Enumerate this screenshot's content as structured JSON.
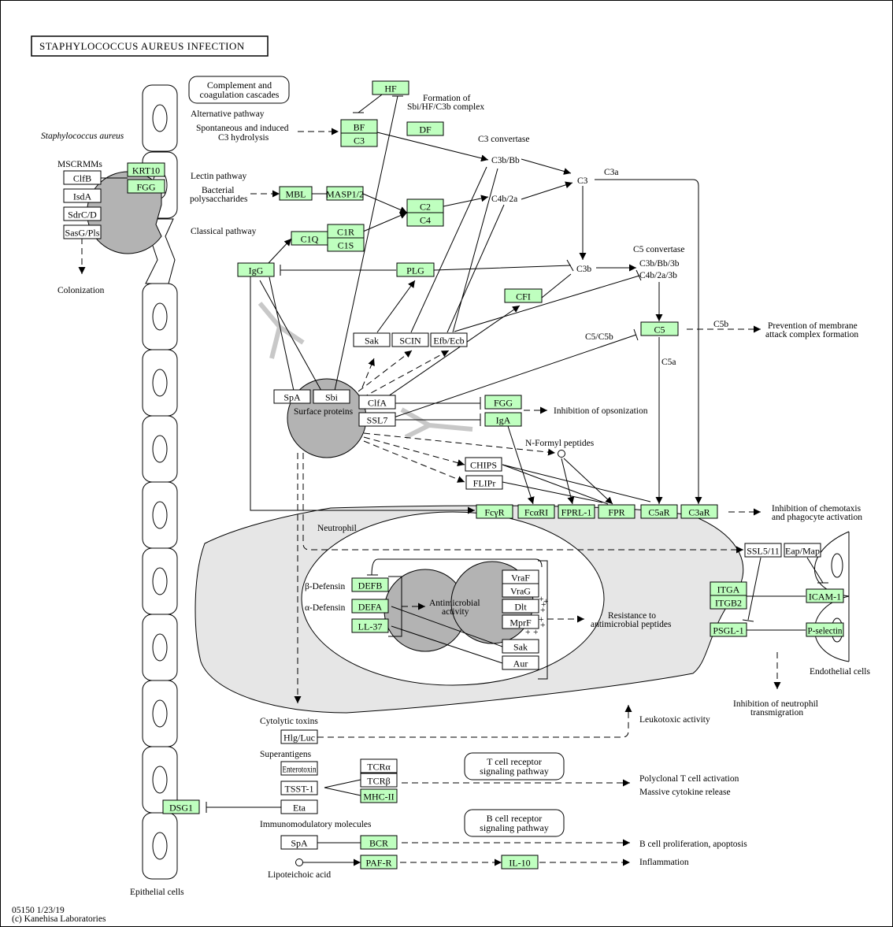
{
  "title": "STAPHYLOCOCCUS AUREUS INFECTION",
  "footer": {
    "id_date": "05150 1/23/19",
    "copyright": "(c) Kanehisa Laboratories"
  },
  "colors": {
    "gene": "#bfffbf",
    "compound": "#ffffff",
    "neutrophil": "#e6e6e6",
    "bacteria": "#b3b3b3",
    "antibody": "#c8c8c8"
  },
  "labels": {
    "staph": "Staphylococcus aureus",
    "mscrmms": "MSCRMMs",
    "colonization": "Colonization",
    "alt_pathway": "Alternative pathway",
    "spont1": "Spontaneous and induced",
    "spont2": "C3 hydrolysis",
    "lectin": "Lectin pathway",
    "bact1": "Bacterial",
    "bact2": "polysaccharides",
    "classical": "Classical pathway",
    "sbi1": "Formation of",
    "sbi2": "Sbi/HF/C3b complex",
    "c3conv": "C3 convertase",
    "c3bbb": "C3b/Bb",
    "c4b2a": "C4b/2a",
    "c3": "C3",
    "c3a": "C3a",
    "c3b": "C3b",
    "c5conv": "C5 convertase",
    "c3bbb3b": "C3b/Bb/3b",
    "c4b2a3b": "C4b/2a/3b",
    "c5c5b": "C5/C5b",
    "c5b": "C5b",
    "c5a": "C5a",
    "prev1": "Prevention of membrane",
    "prev2": "attack complex formation",
    "surface": "Surface proteins",
    "inhib_ops": "Inhibition of opsonization",
    "nformyl": "N-Formyl peptides",
    "inhib_chemo1": "Inhibition of chemotaxis",
    "inhib_chemo2": "and phagocyte activation",
    "neutrophil": "Neutrophil",
    "bdef": "β-Defensin",
    "adef": "α-Defensin",
    "antimic1": "Antimicrobial",
    "antimic2": "activity",
    "resist1": "Resistance to",
    "resist2": "antimicrobial peptides",
    "endothelial": "Endothelial cells",
    "inhib_neut1": "Inhibition of neutrophil",
    "inhib_neut2": "transmigration",
    "cytolytic": "Cytolytic toxins",
    "leukotoxic": "Leukotoxic activity",
    "superantigens": "Superantigens",
    "polyclonal": "Polyclonal T cell activation",
    "cytokine": "Massive cytokine release",
    "immunomod": "Immunomodulatory molecules",
    "bprolif": "B cell proliferation, apoptosis",
    "lipoteichoic": "Lipoteichoic acid",
    "inflammation": "Inflammation",
    "epithelial": "Epithelial cells"
  },
  "pathway_links": {
    "complement": [
      "Complement and",
      "coagulation cascades"
    ],
    "tcr": [
      "T cell receptor",
      "signaling pathway"
    ],
    "bcr": [
      "B cell receptor",
      "signaling pathway"
    ]
  },
  "genes": {
    "KRT10": "KRT10",
    "FGG1": "FGG",
    "HF": "HF",
    "BF": "BF",
    "C3box": "C3",
    "DF": "DF",
    "MBL": "MBL",
    "MASP": "MASP1/2",
    "C2": "C2",
    "C4": "C4",
    "C1Q": "C1Q",
    "C1R": "C1R",
    "C1S": "C1S",
    "IgG": "IgG",
    "PLG": "PLG",
    "CFI": "CFI",
    "C5": "C5",
    "FGG2": "FGG",
    "IgA": "IgA",
    "FcyR": "FcγR",
    "FcaRI": "FcαRI",
    "FPRL1": "FPRL-1",
    "FPR": "FPR",
    "C5aR": "C5aR",
    "C3aR": "C3aR",
    "DEFB": "DEFB",
    "DEFA": "DEFA",
    "LL37": "LL-37",
    "ITGA": "ITGA",
    "ITGB2": "ITGB2",
    "PSGL1": "PSGL-1",
    "ICAM1": "ICAM-1",
    "Psel": "P-selectin",
    "MHCII": "MHC-II",
    "DSG1": "DSG1",
    "BCR": "BCR",
    "PAFR": "PAF-R",
    "IL10": "IL-10"
  },
  "compounds": {
    "ClfB": "ClfB",
    "IsdA": "IsdA",
    "SdrCD": "SdrC/D",
    "SasG": "SasG/Pls",
    "SpA1": "SpA",
    "Sbi": "Sbi",
    "ClfA": "ClfA",
    "SSL7": "SSL7",
    "Sak1": "Sak",
    "SCIN": "SCIN",
    "Efb": "Efb/Ecb",
    "CHIPS": "CHIPS",
    "FLIPr": "FLIPr",
    "VraF": "VraF",
    "VraG": "VraG",
    "Dlt": "Dlt",
    "MprF": "MprF",
    "Sak2": "Sak",
    "Aur": "Aur",
    "SSL511": "SSL5/11",
    "EapMap": "Eap/Map",
    "HlgLuc": "Hlg/Luc",
    "Enterotoxin": "Enterotoxin",
    "TSST1": "TSST-1",
    "Eta": "Eta",
    "TCRa": "TCRα",
    "TCRb": "TCRβ",
    "SpA2": "SpA"
  }
}
